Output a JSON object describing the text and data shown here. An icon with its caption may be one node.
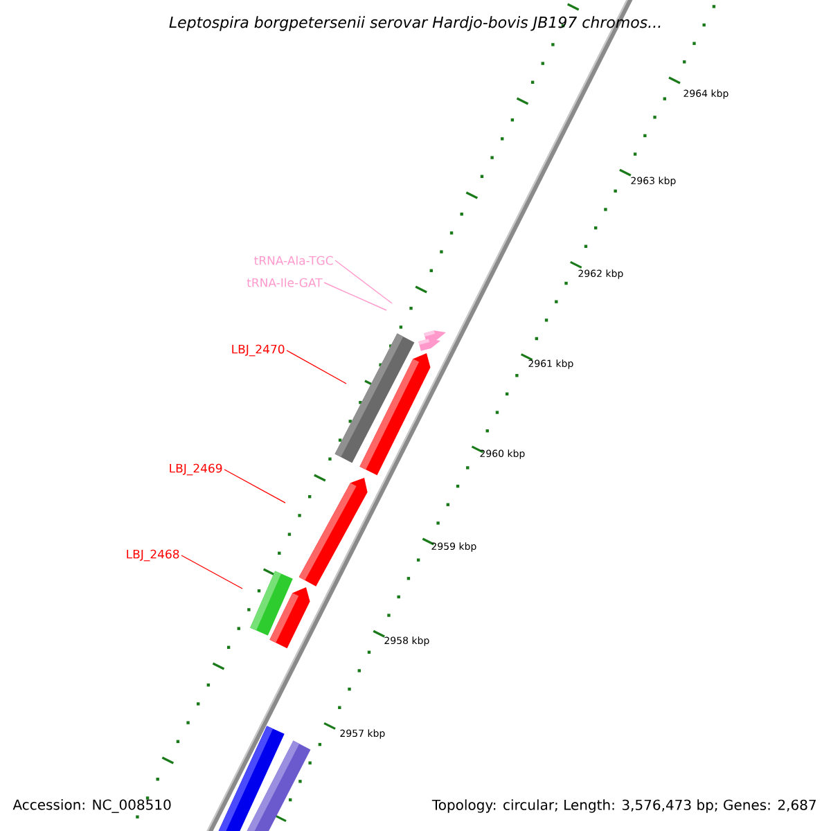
{
  "diagram": {
    "title": "Leptospira borgpetersenii serovar Hardjo-bovis JB197 chromos...",
    "nodes": [
      {
        "text": [
          "tRNA-Ala-TGC"
        ]
      },
      {
        "text": [
          "tRNA-Ile-GAT"
        ]
      },
      {
        "text": [
          "LBJ_2470"
        ]
      },
      {
        "text": [
          "LBJ_2469"
        ]
      },
      {
        "text": [
          "LBJ_2468"
        ]
      }
    ],
    "edges": [
      {
        "from": 0,
        "to": null,
        "arrow": "none",
        "color": "#ff99cc"
      },
      {
        "from": 1,
        "to": null,
        "arrow": "none",
        "color": "#ff99cc"
      },
      {
        "from": 2,
        "to": null,
        "arrow": "none"
      },
      {
        "from": 3,
        "to": null,
        "arrow": "none"
      },
      {
        "from": 4,
        "to": null,
        "arrow": "none"
      }
    ],
    "labels": [
      "2964 kbp",
      "2963 kbp",
      "2962 kbp",
      "2961 kbp",
      "2960 kbp",
      "2959 kbp",
      "2958 kbp",
      "2957 kbp",
      "Accession: NC_008510",
      "Topology: circular; Length: 3,576,473 bp; Genes: 2,687"
    ]
  }
}
